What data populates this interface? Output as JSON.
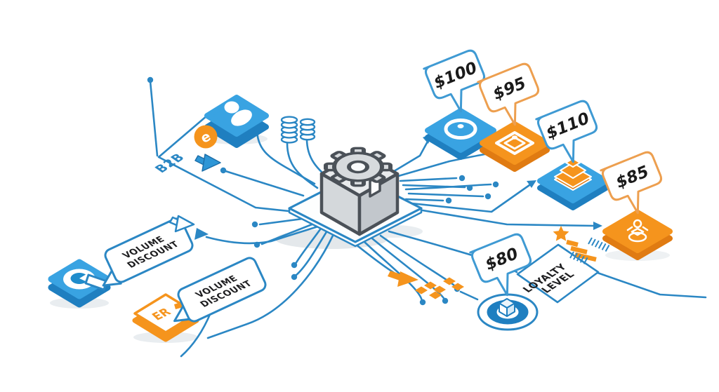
{
  "scene": {
    "description": "Isometric dynamic pricing engine diagram",
    "background": "#ffffff"
  },
  "palette": {
    "blue": "#2e96d6",
    "blue_dark": "#1f7fc0",
    "blue_line": "#2b87c4",
    "orange": "#f5941d",
    "orange_dark": "#e07b12",
    "gray_cube_left": "#d4d8db",
    "gray_cube_right": "#c2c7cc",
    "outline_dark": "#4b5158",
    "text_dark": "#1d1d1f"
  },
  "core": {
    "icon": "gear-box-icon"
  },
  "labels": {
    "b2b": "B2B",
    "currency_badge": "e",
    "erp_tile": "ER",
    "volume_line1": "VOLUME",
    "volume_line2": "DISCOUNT",
    "loyalty_line1": "LOYALTY",
    "loyalty_line2": "LEVEL"
  },
  "price_points": [
    {
      "label": "$100",
      "bubble": "blue",
      "tile_icon": "price-dot-tile-icon"
    },
    {
      "label": "$95",
      "bubble": "orange",
      "tile_icon": "concentric-squares-tile-icon"
    },
    {
      "label": "$110",
      "bubble": "blue",
      "tile_icon": "step-pyramid-tile-icon"
    },
    {
      "label": "$85",
      "bubble": "orange",
      "tile_icon": "sprout-tile-icon"
    },
    {
      "label": "$80",
      "bubble": "blue",
      "tile_icon": "target-gift-icon"
    }
  ]
}
